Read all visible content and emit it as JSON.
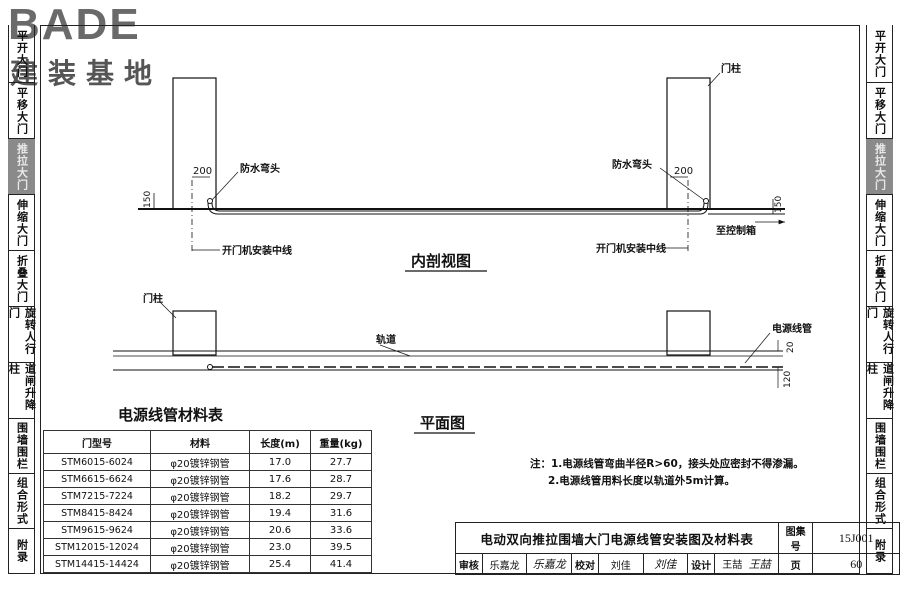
{
  "logo": {
    "brand": "BADE",
    "brand_cn": "建装基地"
  },
  "side_left": [
    {
      "label": "平开大门",
      "active": false
    },
    {
      "label": "平移大门",
      "active": false
    },
    {
      "label": "推拉大门",
      "active": true
    },
    {
      "label": "伸缩大门",
      "active": false
    },
    {
      "label": "折叠大门",
      "active": false
    },
    {
      "label": "旋转人行门",
      "active": false
    },
    {
      "label": "道闸升降柱",
      "active": false
    },
    {
      "label": "围墙围栏",
      "active": false
    },
    {
      "label": "组合形式",
      "active": false
    },
    {
      "label": "附录",
      "active": false
    }
  ],
  "side_right": [
    {
      "label": "平开大门",
      "active": false
    },
    {
      "label": "平移大门",
      "active": false
    },
    {
      "label": "推拉大门",
      "active": true
    },
    {
      "label": "伸缩大门",
      "active": false
    },
    {
      "label": "折叠大门",
      "active": false
    },
    {
      "label": "旋转人行门",
      "active": false
    },
    {
      "label": "道闸升降柱",
      "active": false
    },
    {
      "label": "围墙围栏",
      "active": false
    },
    {
      "label": "组合形式",
      "active": false
    },
    {
      "label": "附录",
      "active": false
    }
  ],
  "section_view": {
    "title": "内剖视图",
    "gate_post": "门柱",
    "waterproof_left": "防水弯头",
    "waterproof_right": "防水弯头",
    "dim_200_left": "200",
    "dim_200_right": "200",
    "dim_150_left": "150",
    "dim_150_right": "150",
    "centerline_left": "开门机安装中线",
    "centerline_right": "开门机安装中线",
    "to_control": "至控制箱"
  },
  "plan_view": {
    "title": "平面图",
    "gate_post": "门柱",
    "track": "轨道",
    "conduit": "电源线管",
    "dim_20": "20",
    "dim_120": "120"
  },
  "material_table": {
    "title": "电源线管材料表",
    "headers": [
      "门型号",
      "材料",
      "长度(m)",
      "重量(kg)"
    ],
    "rows": [
      [
        "STM6015-6024",
        "φ20镀锌钢管",
        "17.0",
        "27.7"
      ],
      [
        "STM6615-6624",
        "φ20镀锌钢管",
        "17.6",
        "28.7"
      ],
      [
        "STM7215-7224",
        "φ20镀锌钢管",
        "18.2",
        "29.7"
      ],
      [
        "STM8415-8424",
        "φ20镀锌钢管",
        "19.4",
        "31.6"
      ],
      [
        "STM9615-9624",
        "φ20镀锌钢管",
        "20.6",
        "33.6"
      ],
      [
        "STM12015-12024",
        "φ20镀锌钢管",
        "23.0",
        "39.5"
      ],
      [
        "STM14415-14424",
        "φ20镀锌钢管",
        "25.4",
        "41.4"
      ]
    ]
  },
  "notes": {
    "line1": "注：1.电源线管弯曲半径R>60，接头处应密封不得渗漏。",
    "line2": "2.电源线管用料长度以轨道外5m计算。"
  },
  "title_block": {
    "drawing_title": "电动双向推拉围墙大门电源线管安装图及材料表",
    "atlas_label": "图集号",
    "atlas_no": "15J001",
    "review_label": "审核",
    "reviewer": "乐嘉龙",
    "reviewer_sig": "乐嘉龙",
    "check_label": "校对",
    "checker": "刘佳",
    "checker_sig": "刘佳",
    "design_label": "设计",
    "designer": "王喆",
    "designer_sig": "王喆",
    "page_label": "页",
    "page_no": "60"
  }
}
